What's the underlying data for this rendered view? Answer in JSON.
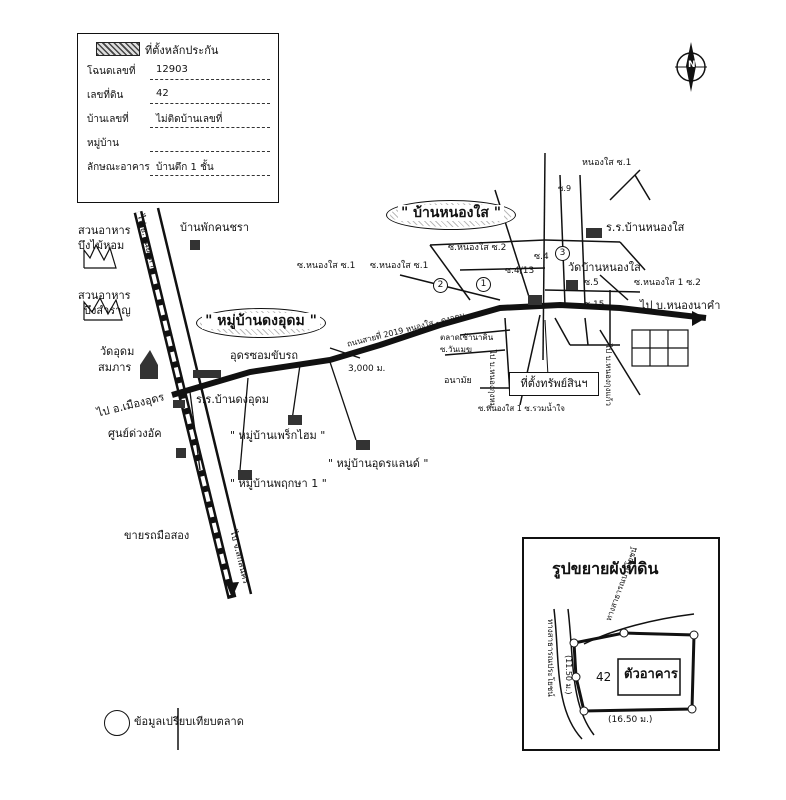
{
  "info": {
    "legend_label": "ที่ตั้งหลักประกัน",
    "rows": [
      {
        "key": "โฉนดเลขที่",
        "value": "12903"
      },
      {
        "key": "เลขที่ดิน",
        "value": "42"
      },
      {
        "key": "บ้านเลขที่",
        "value": "ไม่ติดบ้านเลขที่"
      },
      {
        "key": "หมู่บ้าน",
        "value": ""
      },
      {
        "key": "ลักษณะอาคาร",
        "value": "บ้านตึก 1 ชั้น"
      }
    ]
  },
  "labels": {
    "ban_nong_sai": "\" บ้านหนองใส \"",
    "mu_ban_dong_udom": "\" หมู่บ้านดงอุดม \"",
    "nong_sai_so_1_top": "หนองใส ซ.1",
    "so_nong_sai_so_1_a": "ซ.หนองใส ซ.1",
    "so_nong_sai_so_1_b": "ซ.หนองใส ซ.1",
    "so_nong_sai_so_2": "ซ.หนองใส ซ.2",
    "so_4_13": "ซ.4/13",
    "so_4": "ซ.4",
    "so_5": "ซ.5",
    "so_15": "ซ.15",
    "so_9": "ซ.9",
    "so_nong_sai_1_so_2": "ซ.หนองใส 1 ซ.2",
    "to_nong_na": "ไป บ.หนองนาคำ",
    "school_nong_sai": "ร.ร.บ้านหนองใส",
    "wat_nong_sai": "วัดบ้านหนองใส",
    "garden_1": "สวนอาหาร",
    "garden_1b": "บึงไม้หอม",
    "house_phak": "บ้านพักคนชรา",
    "garden_2": "สวนอาหาร",
    "garden_2b": "บึงสำราญ",
    "wat_dong": "วัดอุดม",
    "wat_dong_b": "สมภาร",
    "udon_soap": "อุดรซอมขับรถ",
    "school_dong": "ร.ร.บ้านดงอุดม",
    "to_udon": "ไป อ.เมืองอุดร",
    "to_udon_b": "ศูนย์ด่วงอัค",
    "mu_ban_fah": "\" หมู่บ้านเพร็กไฮม \"",
    "mu_ban_udon_land": "\" หมู่บ้านอุดรแลนด์ \"",
    "mu_ban_phruksa": "\" หมู่บ้านพฤกษา 1 \"",
    "car_sale": "ขายรถมือสอง",
    "road_udon_n": "ไป อ.หนองหาน",
    "road_udon_s": "ไป จ.สกลนคร",
    "road_main": "ถนนสายที่ 2019 หนองใส - ดงอุดม",
    "distance": "3,000 ม.",
    "property": "ที่ตั้งทรัพย์สินฯ",
    "anamai": "อนามัย",
    "market": "ตลาดเช้านาคิน",
    "so_rua_mai": "ซ.หนองใส 1 ซ.รวมน้ำใจ",
    "so_kham_bak": "ซ.วันเมฆ",
    "nong_kan": "ไป บ.หนองกุงหมู",
    "side_road": "ไป บ.หนองกุงแก้ว",
    "legend_market": "ข้อมูลเปรียบเทียบตลาด"
  },
  "inset": {
    "title": "รูปขยายผังที่ดิน",
    "land_no": "42",
    "building": "ตัวอาคาร",
    "dim_bottom": "(16.50 ม.)",
    "dim_left": "(11.50 ม.)",
    "road_left": "ทางสาธารณประโยชน์",
    "road_top": "ทางสาธารณประโยชน์"
  },
  "circles": [
    "1",
    "2",
    "3"
  ],
  "north_label": "N"
}
